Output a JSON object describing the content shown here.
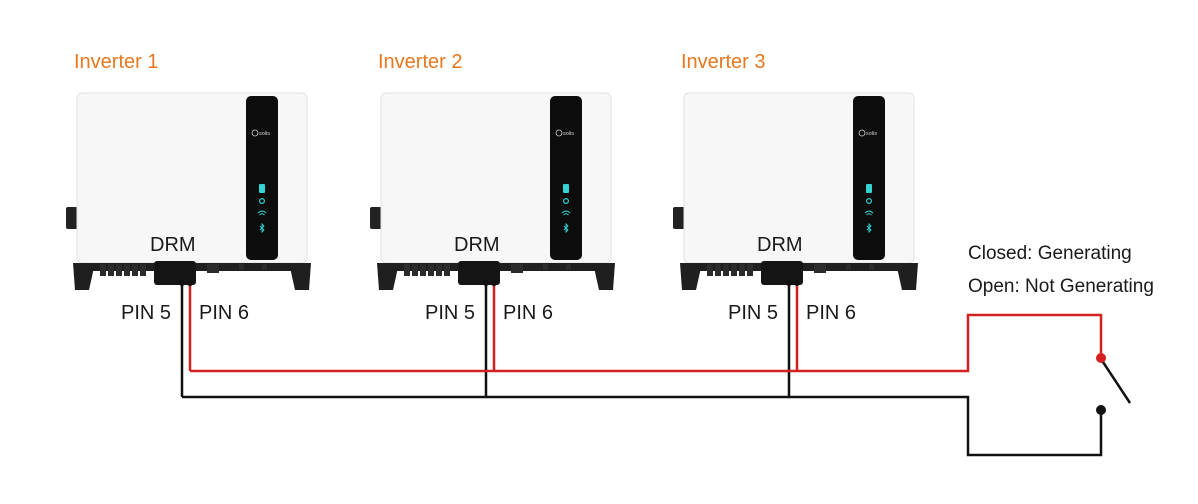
{
  "colors": {
    "accent": "#e8771e",
    "wire_red": "#d42020",
    "wire_black": "#111111",
    "body": "#f7f7f7",
    "panel": "#0d0d0d",
    "led": "#35d2d2"
  },
  "inverters": [
    {
      "title": "Inverter 1",
      "port_label": "DRM",
      "pin_left": "PIN 5",
      "pin_right": "PIN 6",
      "brand": "solis"
    },
    {
      "title": "Inverter 2",
      "port_label": "DRM",
      "pin_left": "PIN 5",
      "pin_right": "PIN 6",
      "brand": "solis"
    },
    {
      "title": "Inverter 3",
      "port_label": "DRM",
      "pin_left": "PIN 5",
      "pin_right": "PIN 6",
      "brand": "solis"
    }
  ],
  "switch_legend": {
    "closed": "Closed: Generating",
    "open": "Open: Not Generating"
  }
}
